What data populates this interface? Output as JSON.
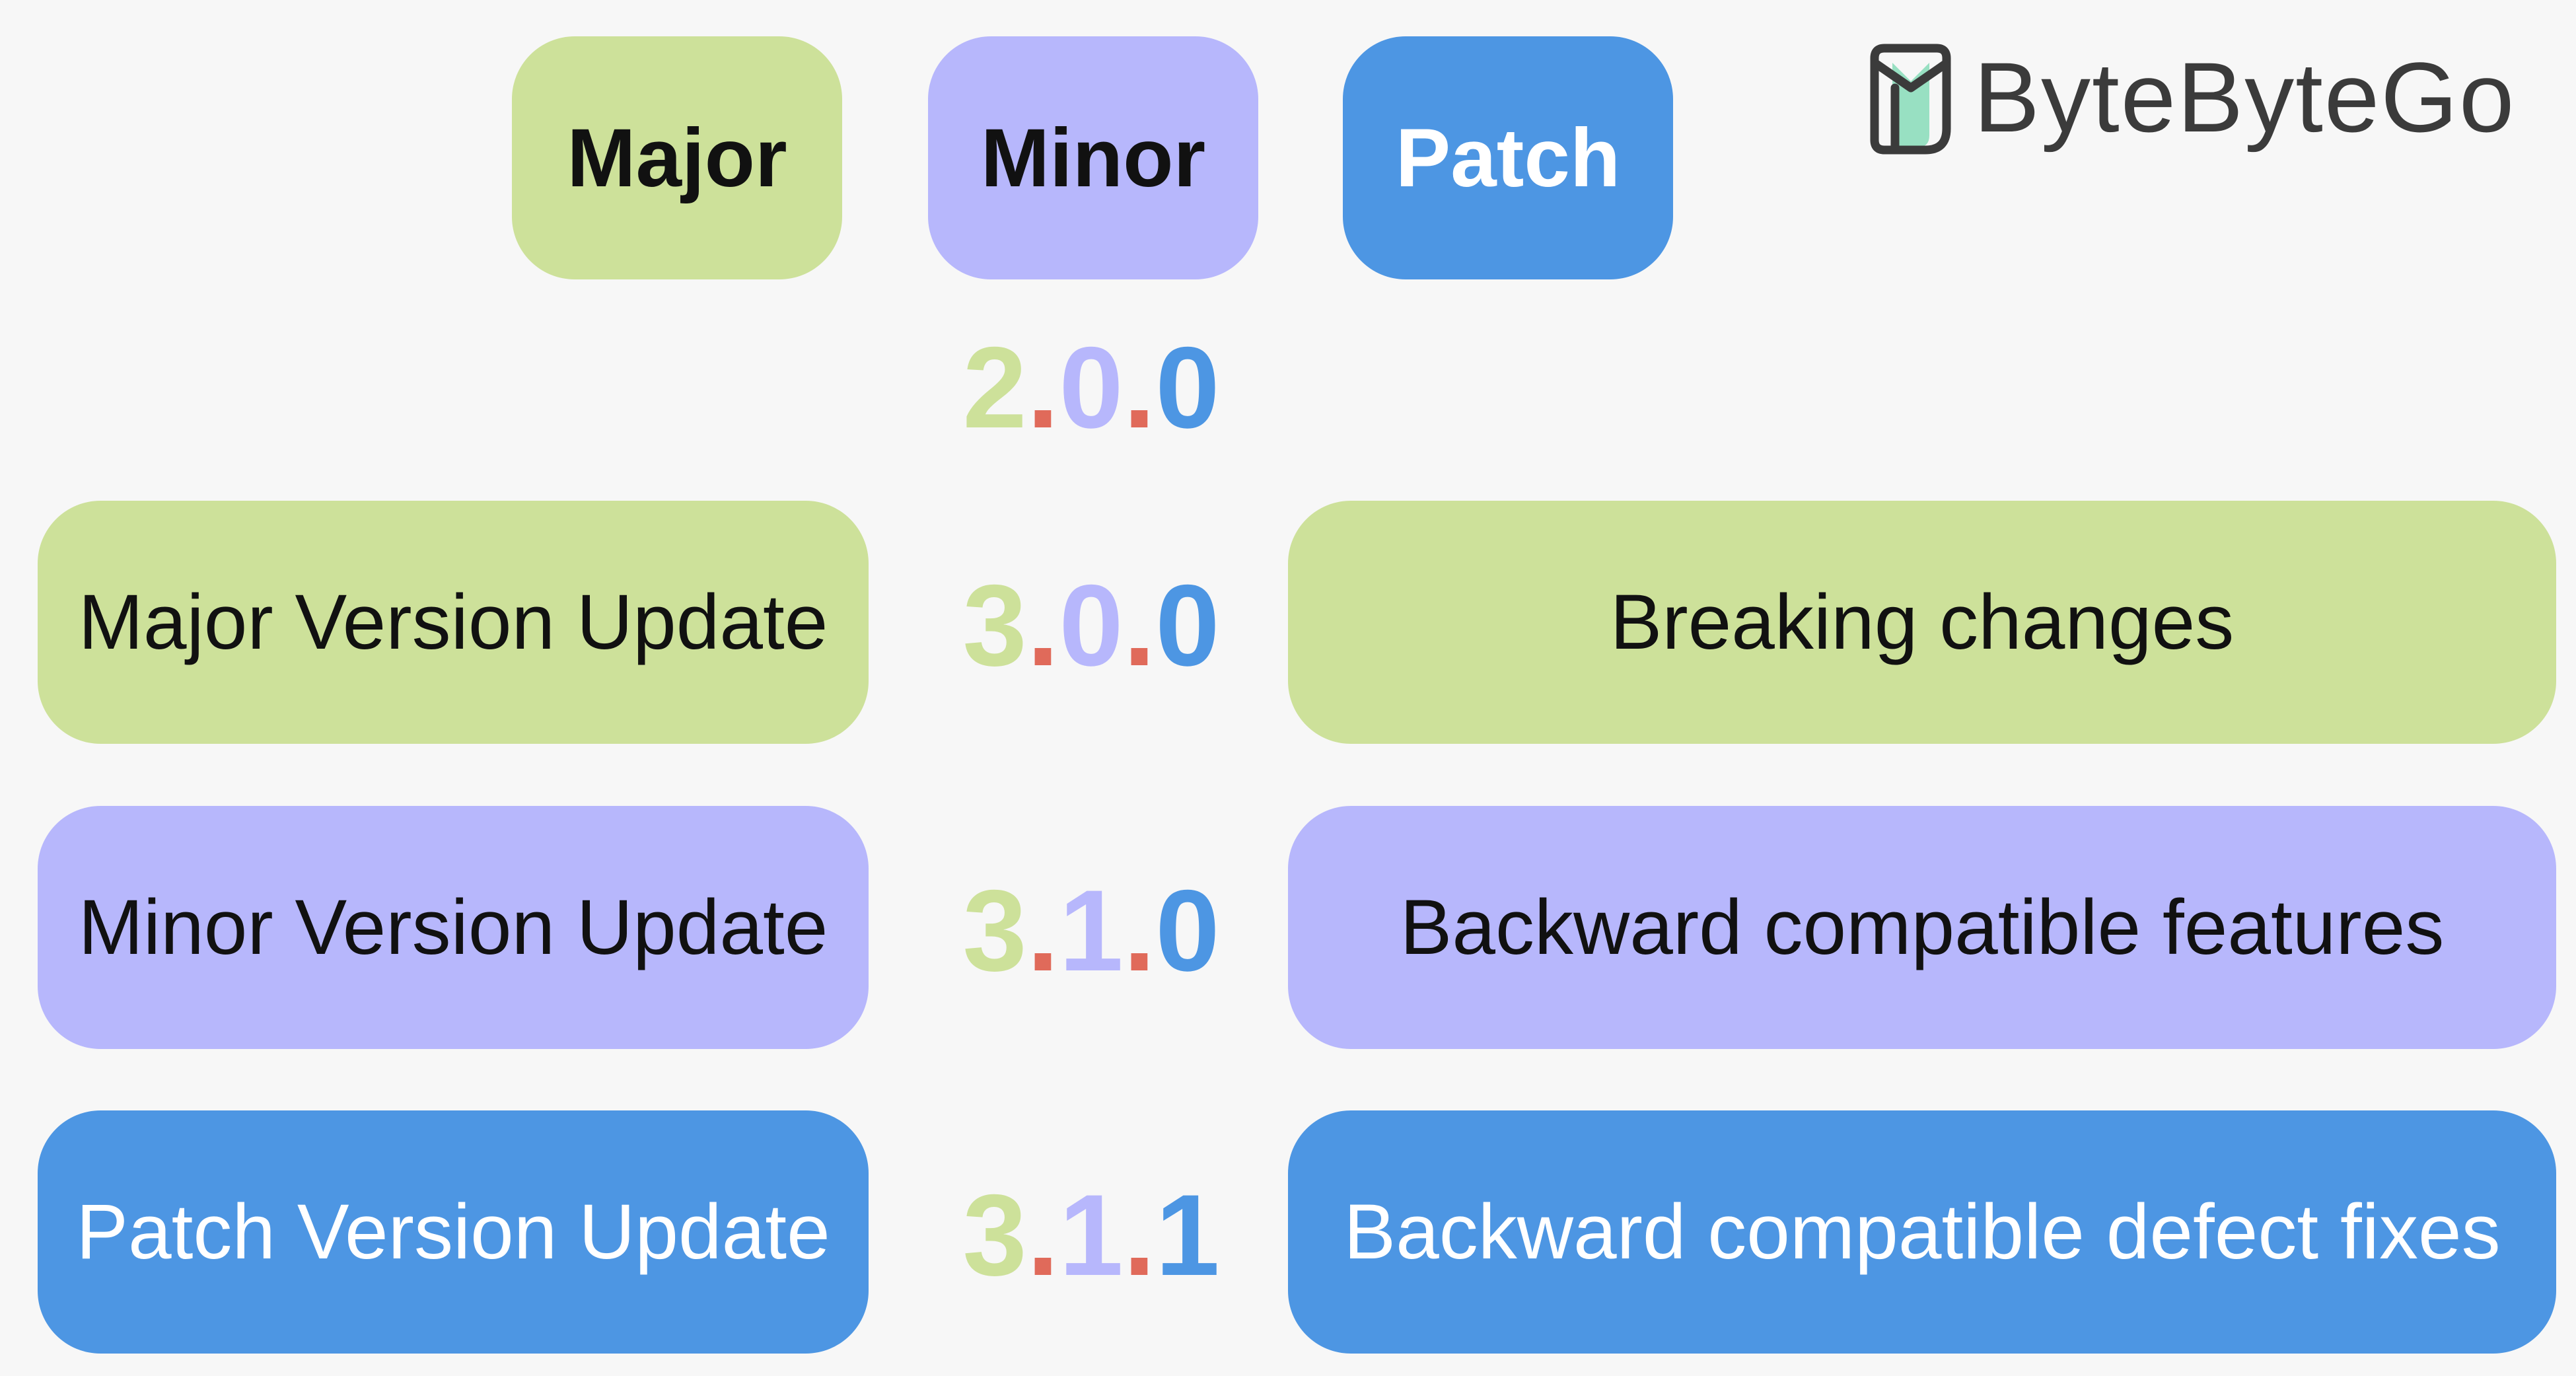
{
  "headers": {
    "major": "Major",
    "minor": "Minor",
    "patch": "Patch"
  },
  "brand": {
    "name": "ByteByteGo",
    "icon": "bytebytego-logo-icon"
  },
  "versions": [
    {
      "major": "2",
      "minor": "0",
      "patch": "0",
      "sep": "."
    },
    {
      "major": "3",
      "minor": "0",
      "patch": "0",
      "sep": "."
    },
    {
      "major": "3",
      "minor": "1",
      "patch": "0",
      "sep": "."
    },
    {
      "major": "3",
      "minor": "1",
      "patch": "1",
      "sep": "."
    }
  ],
  "rows": [
    {
      "label": "Major Version Update",
      "description": "Breaking changes"
    },
    {
      "label": "Minor Version Update",
      "description": "Backward compatible features"
    },
    {
      "label": "Patch Version Update",
      "description": "Backward compatible defect fixes"
    }
  ],
  "colors": {
    "major": "#cde19a",
    "minor": "#b7b7fc",
    "patch": "#4d96e3",
    "separator": "#e06a5a",
    "background": "#f7f7f7"
  }
}
